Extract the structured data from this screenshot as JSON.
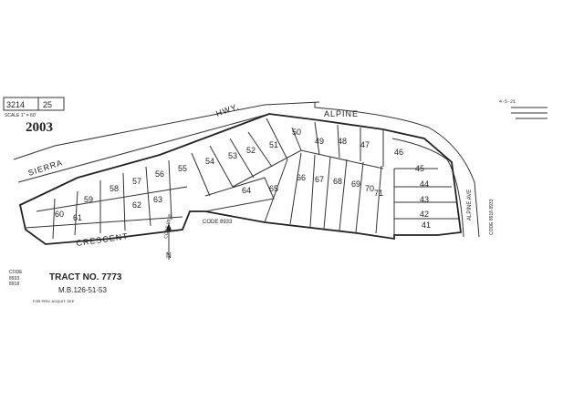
{
  "sheet": {
    "book_page": "3214",
    "page": "25",
    "scale_note": "SCALE 1\" = 60'",
    "map_number": "2003",
    "revision_note": "4-5-21"
  },
  "tract": {
    "title": "TRACT NO. 7773",
    "book_ref": "M.B.126-51-53"
  },
  "roads": {
    "highway": "HWY.",
    "sierra": "SIERRA",
    "alpine": "ALPINE",
    "crescent": "CRESCENT",
    "alpine_ave": "ALPINE AVE"
  },
  "codes": {
    "left_code": "CODE",
    "left_numbers": [
      "8933",
      "8918"
    ],
    "code_8918": "CODE 8918",
    "code_8933": "CODE 8933",
    "right_code": "CODE 8918 8933"
  },
  "north_label": "N",
  "lot_numbers": [
    "59",
    "58",
    "57",
    "56",
    "55",
    "54",
    "53",
    "52",
    "51",
    "50",
    "49",
    "48",
    "47",
    "46",
    "45",
    "44",
    "43",
    "42",
    "41",
    "60",
    "61",
    "62",
    "63",
    "64",
    "65",
    "66",
    "67",
    "68",
    "69",
    "70",
    "71"
  ],
  "footer_note": "FOR PRIV. ACQUIT. SEE"
}
